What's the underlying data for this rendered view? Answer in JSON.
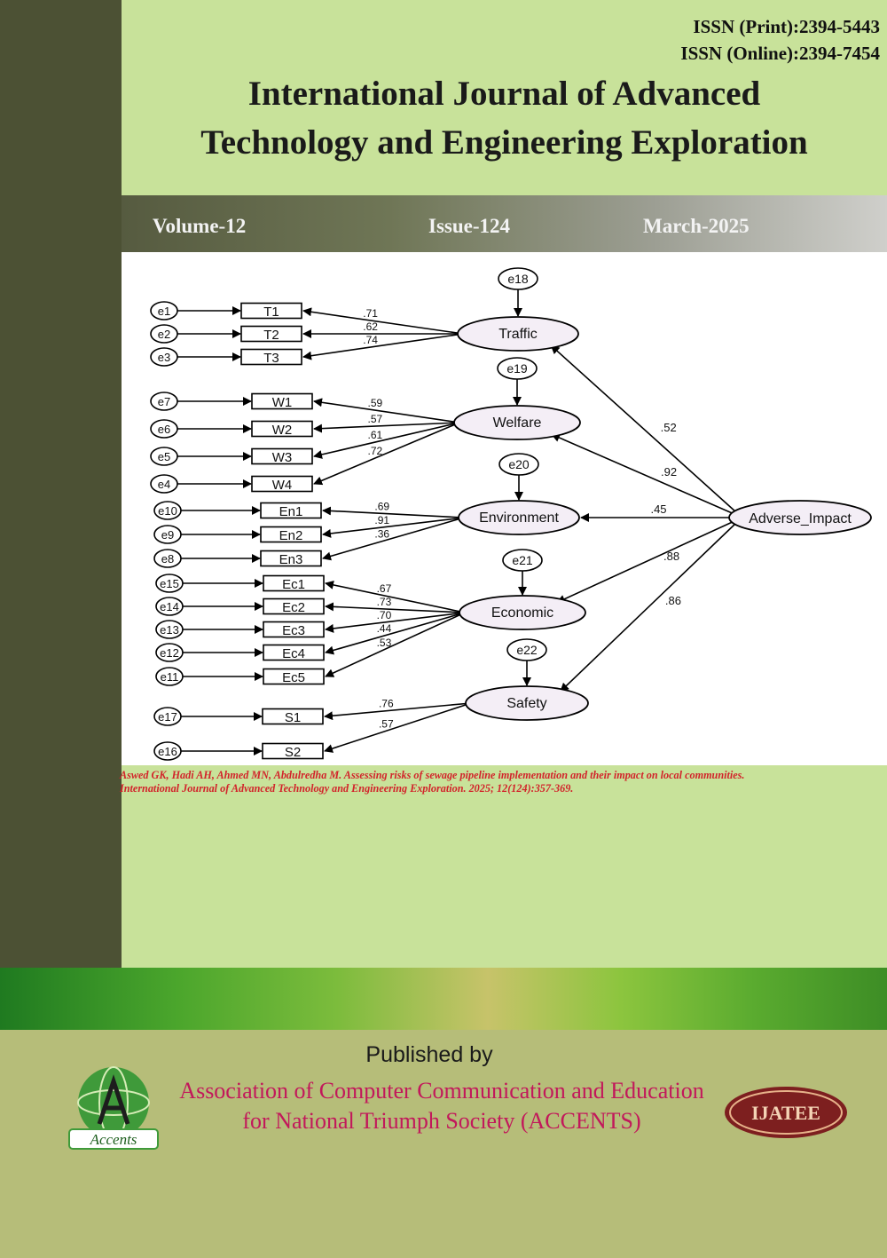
{
  "header": {
    "issn_print": "ISSN (Print):2394-5443",
    "issn_online": "ISSN (Online):2394-7454",
    "title_line1": "International Journal of Advanced",
    "title_line2": "Technology and Engineering Exploration"
  },
  "issue_band": {
    "volume": "Volume-12",
    "issue": "Issue-124",
    "date": "March-2025"
  },
  "diagram": {
    "factor": "Adverse_Impact",
    "constructs": [
      {
        "name": "Traffic",
        "error": "e18",
        "loading": ".52",
        "indicators": [
          {
            "label": "T1",
            "error": "e1",
            "loading": ".71"
          },
          {
            "label": "T2",
            "error": "e2",
            "loading": ".62"
          },
          {
            "label": "T3",
            "error": "e3",
            "loading": ".74"
          }
        ]
      },
      {
        "name": "Welfare",
        "error": "e19",
        "loading": ".92",
        "indicators": [
          {
            "label": "W1",
            "error": "e7",
            "loading": ".59"
          },
          {
            "label": "W2",
            "error": "e6",
            "loading": ".57"
          },
          {
            "label": "W3",
            "error": "e5",
            "loading": ".61"
          },
          {
            "label": "W4",
            "error": "e4",
            "loading": ".72"
          }
        ]
      },
      {
        "name": "Environment",
        "error": "e20",
        "loading": ".45",
        "indicators": [
          {
            "label": "En1",
            "error": "e10",
            "loading": ".69"
          },
          {
            "label": "En2",
            "error": "e9",
            "loading": ".91"
          },
          {
            "label": "En3",
            "error": "e8",
            "loading": ".36"
          }
        ]
      },
      {
        "name": "Economic",
        "error": "e21",
        "loading": ".88",
        "indicators": [
          {
            "label": "Ec1",
            "error": "e15",
            "loading": ".67"
          },
          {
            "label": "Ec2",
            "error": "e14",
            "loading": ".73"
          },
          {
            "label": "Ec3",
            "error": "e13",
            "loading": ".70"
          },
          {
            "label": "Ec4",
            "error": "e12",
            "loading": ".44"
          },
          {
            "label": "Ec5",
            "error": "e11",
            "loading": ".53"
          }
        ]
      },
      {
        "name": "Safety",
        "error": "e22",
        "loading": ".86",
        "indicators": [
          {
            "label": "S1",
            "error": "e17",
            "loading": ".76"
          },
          {
            "label": "S2",
            "error": "e16",
            "loading": ".57"
          }
        ]
      }
    ]
  },
  "citation": {
    "line1": "Aswed GK, Hadi AH, Ahmed MN, Abdulredha M. Assessing risks of sewage pipeline implementation and their impact on local communities.",
    "line2": "International Journal of Advanced Technology and Engineering Exploration. 2025; 12(124):357-369."
  },
  "publisher": {
    "published_by": "Published by",
    "name_line1": "Association of Computer Communication and Education",
    "name_line2": "for National Triumph Society (ACCENTS)",
    "accents_logo_text": "Accents",
    "ijatee_logo_text": "IJATEE"
  },
  "colors": {
    "spine": "#4c5134",
    "page_green": "#c8e29a",
    "bottom_olive": "#b6bd79",
    "citation_red": "#d2232a",
    "publisher_magenta": "#c2185b"
  }
}
